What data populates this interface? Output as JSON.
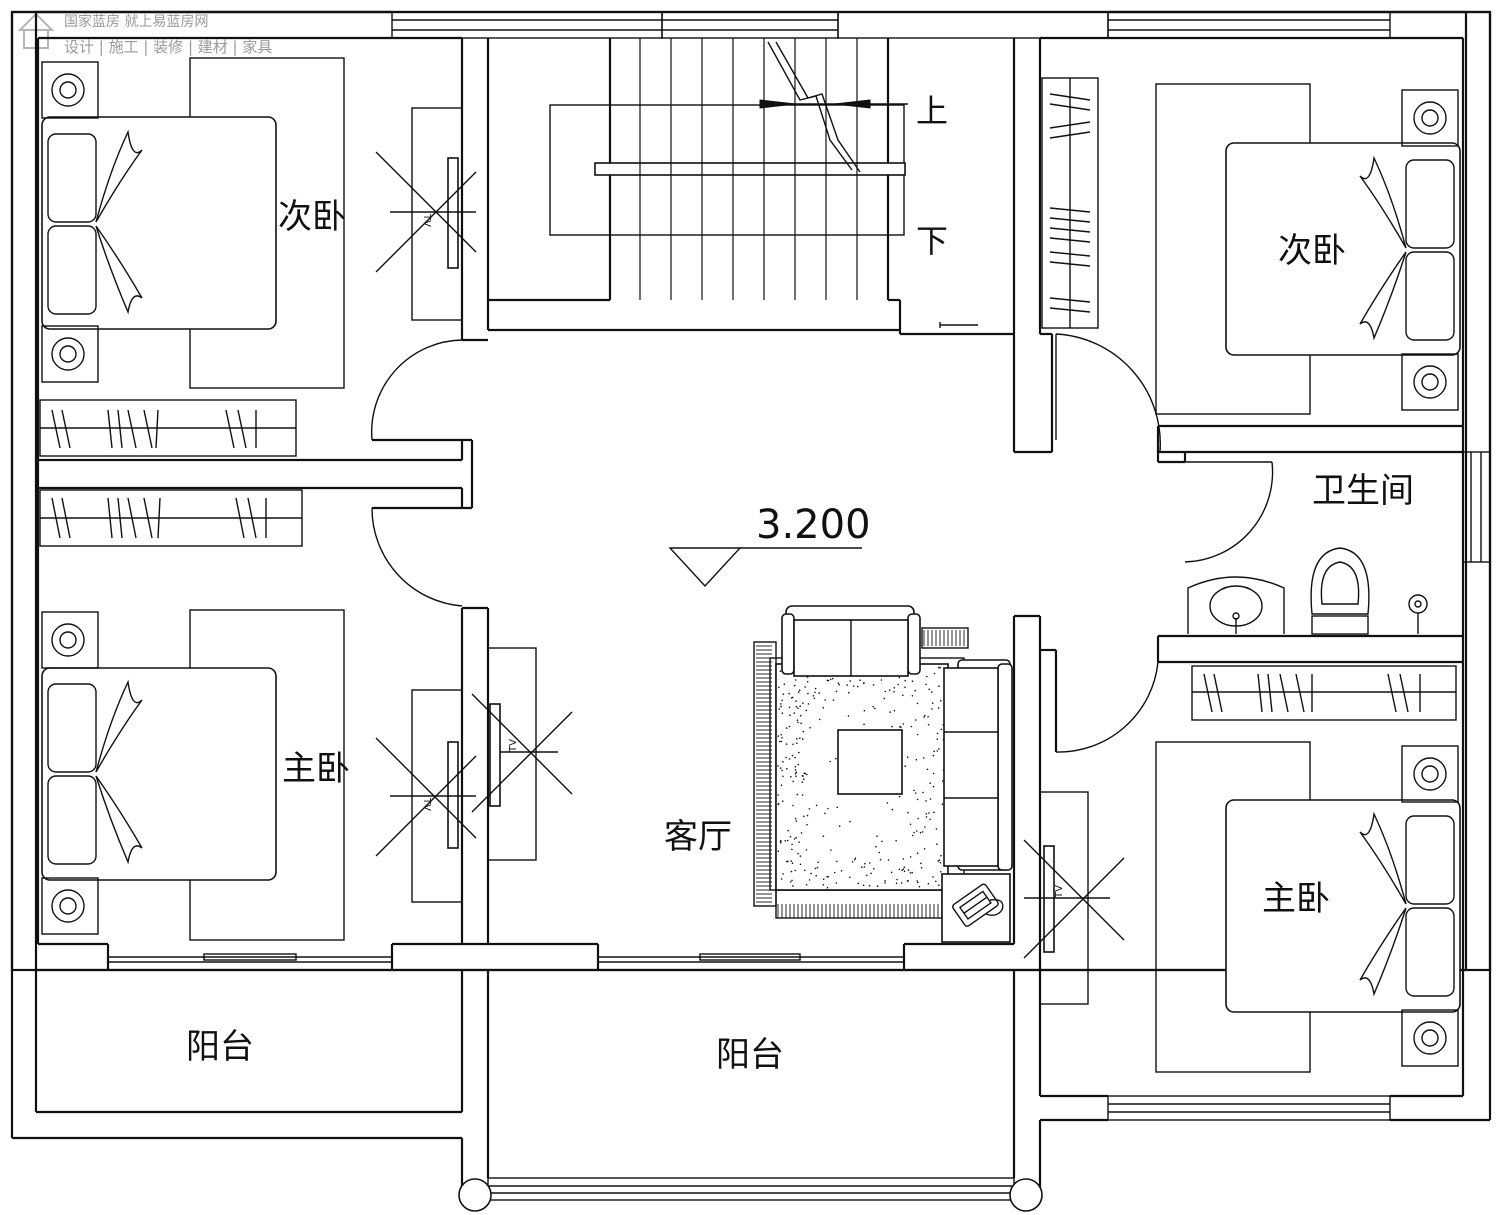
{
  "watermark": {
    "line1": "国家蓝房 就上易蓝房网",
    "line2": "设计 | 施工 | 装修 | 建材 | 家具"
  },
  "rooms": {
    "bedroom_secondary_left": "次卧",
    "bedroom_master_left": "主卧",
    "bedroom_secondary_right": "次卧",
    "bedroom_master_right": "主卧",
    "bathroom": "卫生间",
    "living_room": "客厅",
    "balcony_left": "阳台",
    "balcony_center": "阳台"
  },
  "stairs": {
    "up": "上",
    "down": "下"
  },
  "level_mark": "3.200",
  "colors": {
    "line": "#111111",
    "background": "#ffffff",
    "watermark": "#9a9a9a"
  }
}
